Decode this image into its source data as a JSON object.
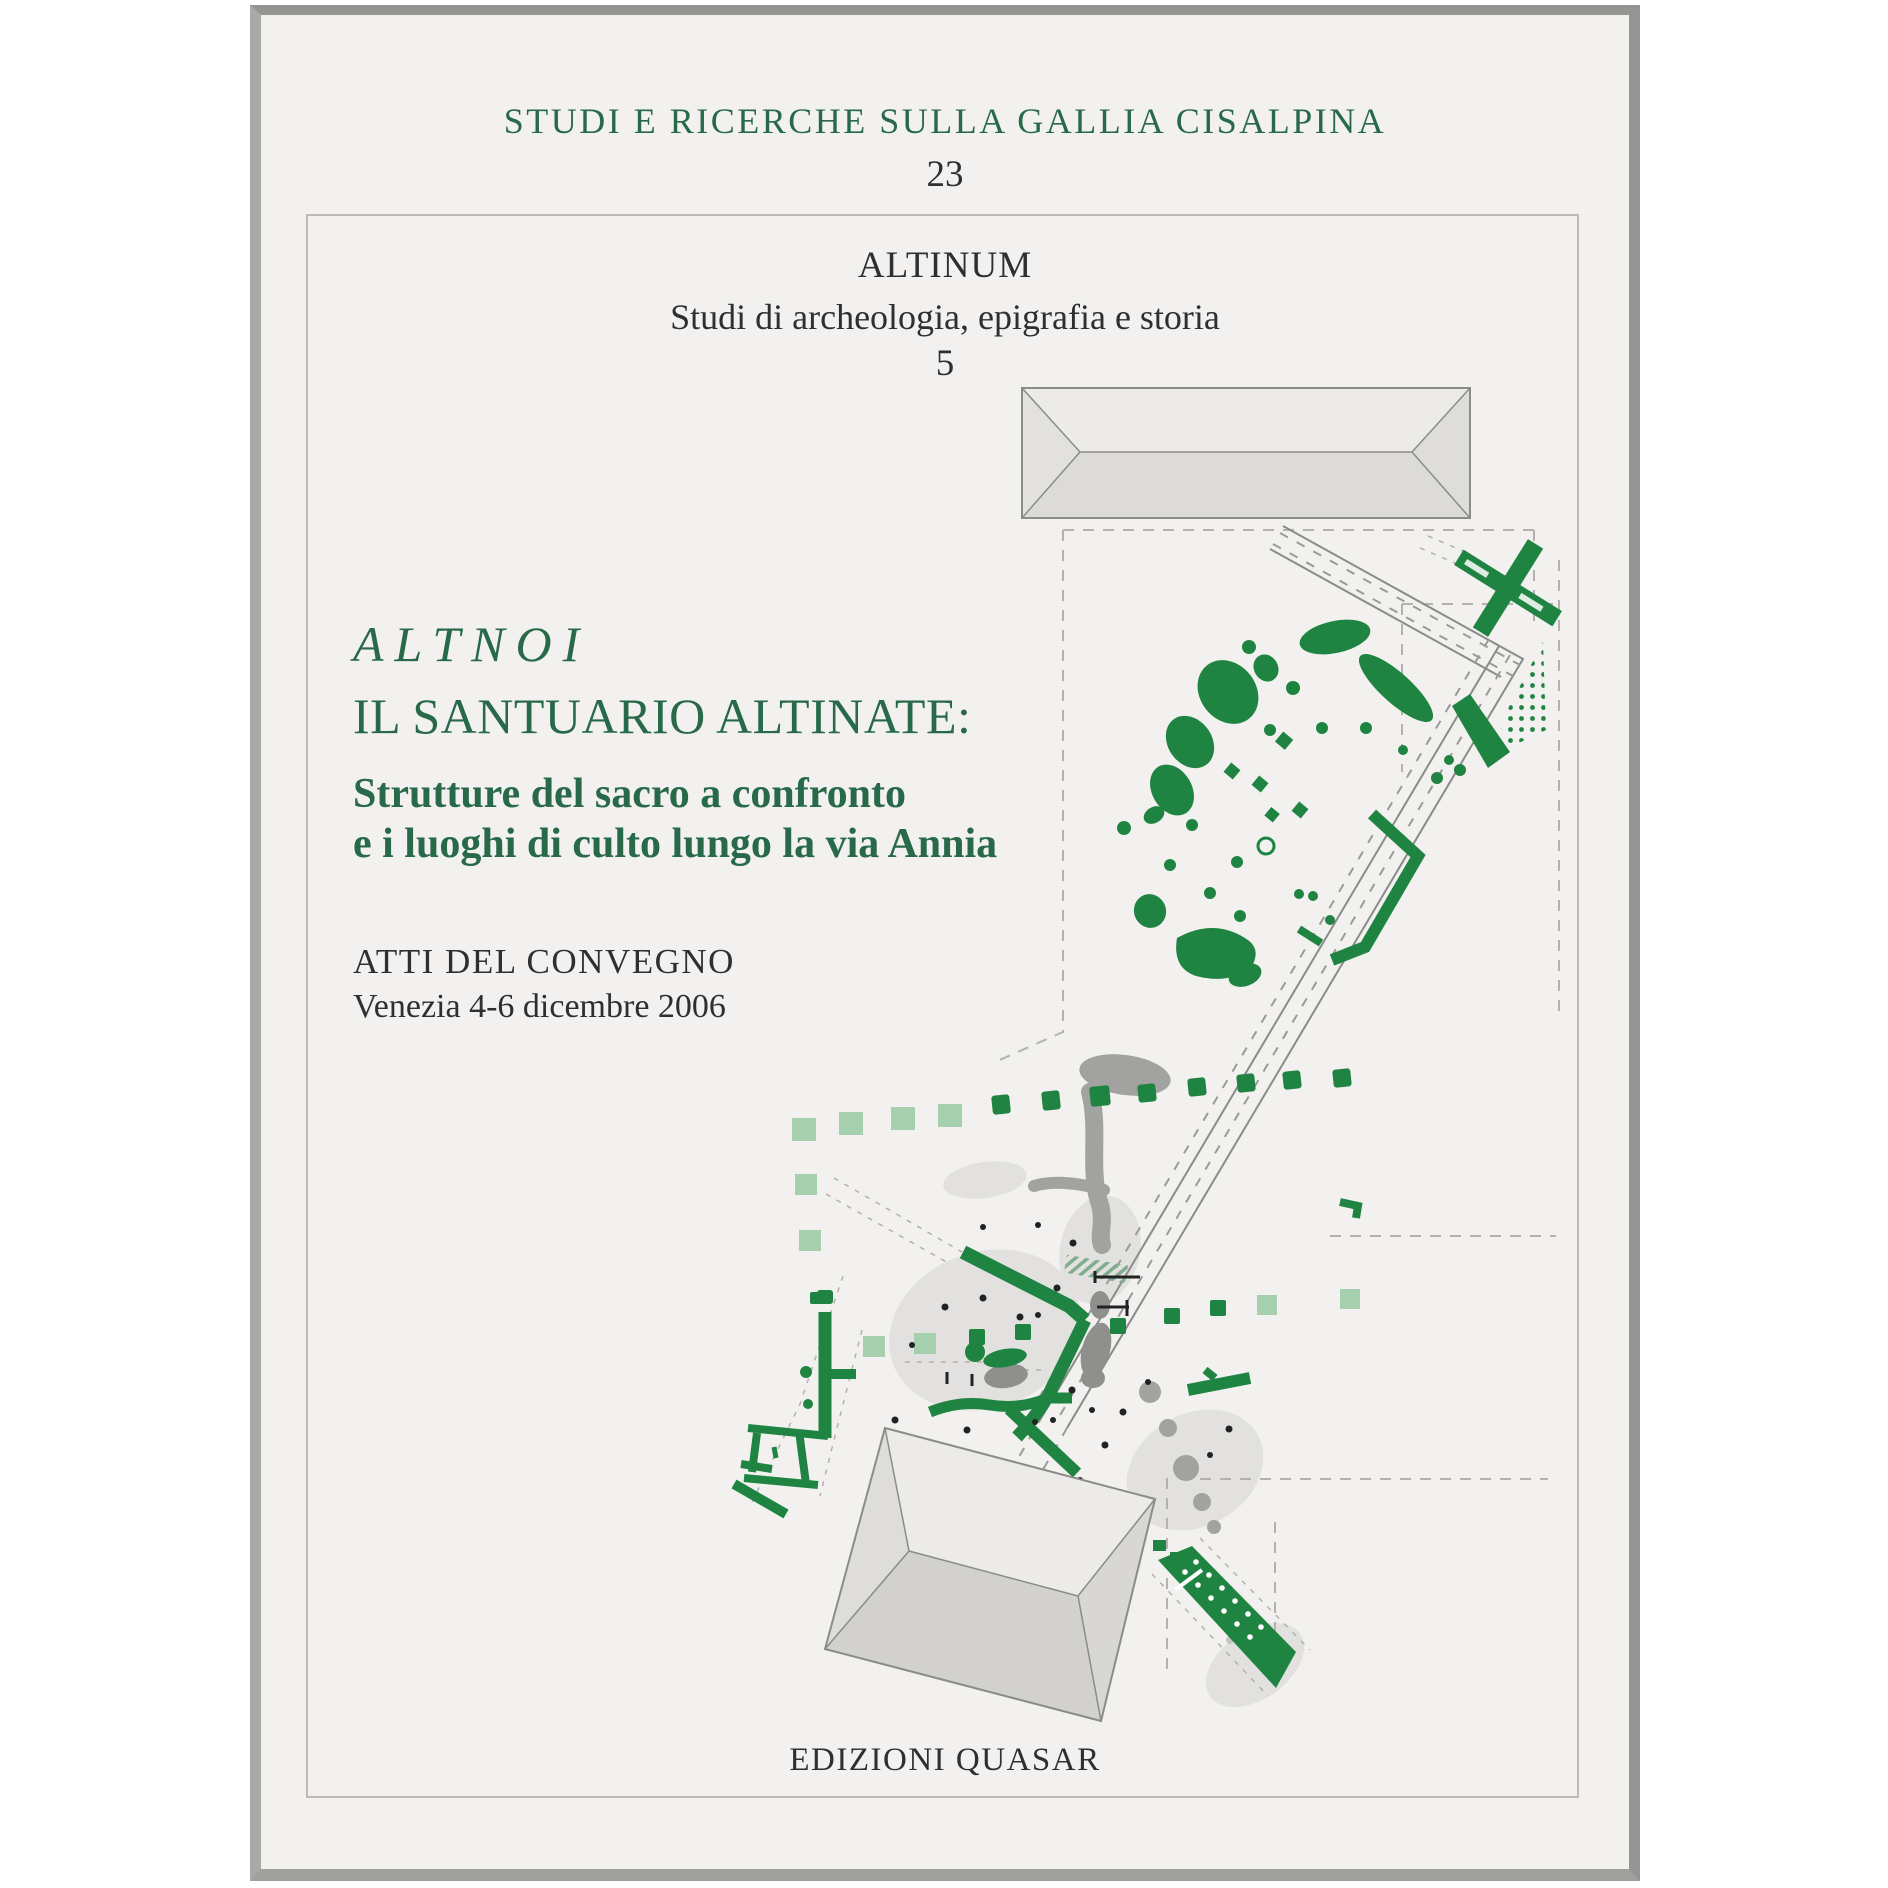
{
  "cover": {
    "series": {
      "title": "STUDI E RICERCHE SULLA GALLIA CISALPINA",
      "number": "23"
    },
    "collection": {
      "name": "ALTINUM",
      "subtitle": "Studi di archeologia, epigrafia e storia",
      "number": "5"
    },
    "title": {
      "ancient_name": "ALTNOI",
      "main": "IL SANTUARIO ALTINATE:",
      "subtitle_line1": "Strutture del sacro a confronto",
      "subtitle_line2": "e i luoghi di culto lungo la via Annia"
    },
    "conference": {
      "label": "ATTI DEL CONVEGNO",
      "venue_date": "Venezia 4-6 dicembre 2006"
    },
    "publisher": "EDIZIONI QUASAR",
    "illustration": "archaeological-site-plan-icon",
    "colors": {
      "page_bg": "#ffffff",
      "cover_bg": "#f2f1ef",
      "edge_grey": "#949492",
      "frame_grey": "#bcbbb9",
      "title_green": "#28694a",
      "text_black": "#2f2f2f",
      "map_green": "#1f8441",
      "map_green_light": "#a6cfae",
      "map_grey": "#a2a2a0",
      "patch_grey": "#e2e1df",
      "dash_grey": "#b3b2b0",
      "box_fill": "#e4e3e1",
      "box_line": "#8b8b89"
    }
  }
}
